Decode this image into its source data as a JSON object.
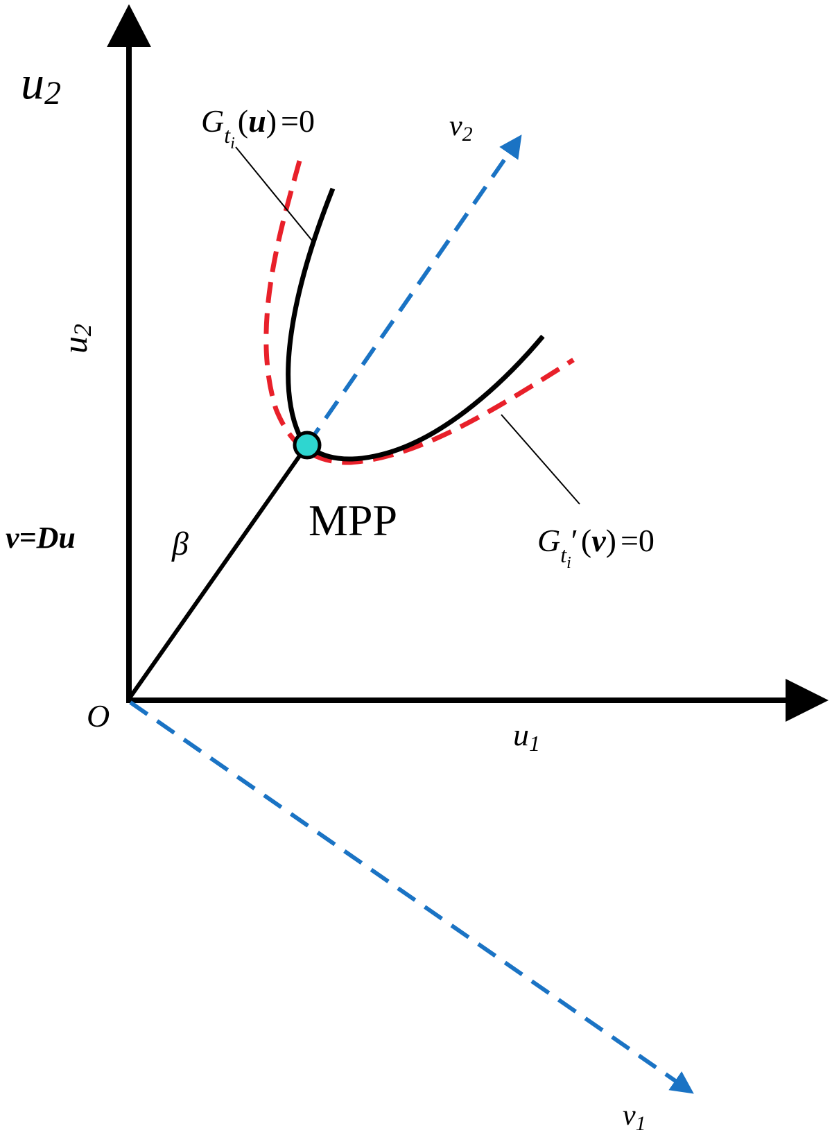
{
  "labels": {
    "axis_top_var": "u",
    "axis_top_sub": "2",
    "u2_side_var": "u",
    "u2_side_sub": "2",
    "v_eq": "v=Du",
    "beta": "β",
    "origin": "O",
    "u1_var": "u",
    "u1_sub": "1",
    "mpp": "MPP",
    "v2_var": "v",
    "v2_sub": "2",
    "v1_var": "v",
    "v1_sub": "1",
    "g_u": {
      "G": "G",
      "sub_t": "t",
      "sub_i": "i",
      "open": "(",
      "arg": "u",
      "close": ")",
      "eq": "=0"
    },
    "g_v": {
      "G": "G",
      "sub_t": "t",
      "sub_i": "i",
      "prime": "′",
      "open": "(",
      "arg": "v",
      "close": ")",
      "eq": "=0"
    }
  },
  "colors": {
    "axis": "#000000",
    "limit_state_u": "#000000",
    "limit_state_v": "#e8202a",
    "rotated_axes": "#1a73c4",
    "mpp_point": "#2ed6d0"
  }
}
